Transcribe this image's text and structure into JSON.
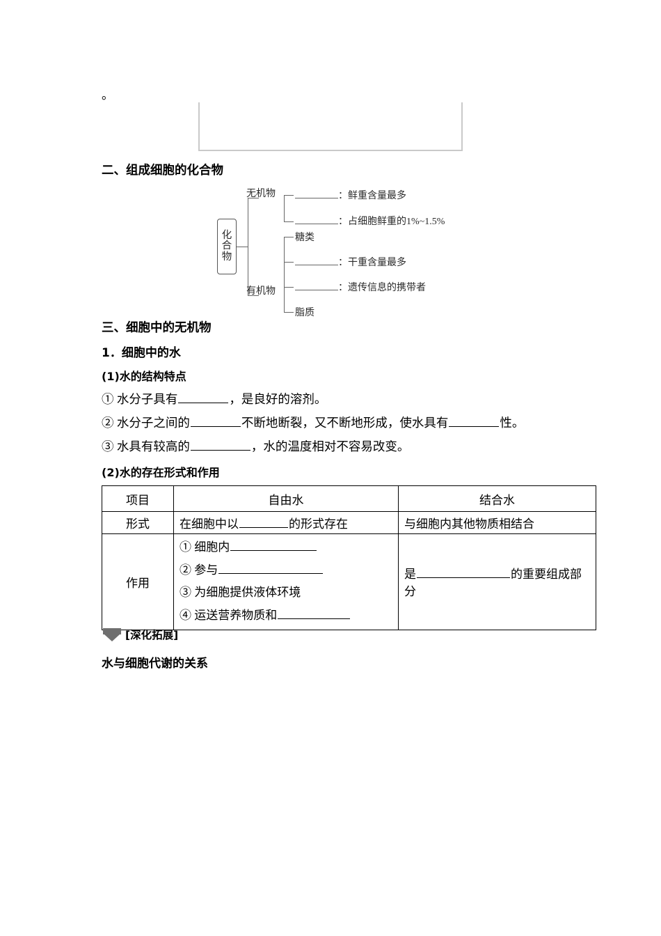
{
  "page": {
    "stray_punctuation": "。"
  },
  "cut_box": {
    "content": ""
  },
  "sections": {
    "two_title": "二、组成细胞的化合物",
    "three_title": "三、细胞中的无机物",
    "item1_title": "1．细胞中的水",
    "sub1_title": "(1)水的结构特点",
    "sub2_title": "(2)水的存在形式和作用"
  },
  "tree": {
    "root": [
      "化",
      "合",
      "物"
    ],
    "branch_inorganic": "无机物",
    "branch_organic": "有机物",
    "leaves": {
      "inorganic_1_blank": "",
      "inorganic_1_text": "：鲜重含量最多",
      "inorganic_2_blank": "",
      "inorganic_2_text": "：占细胞鲜重的1%~1.5%",
      "organic_1": "糖类",
      "organic_2_blank": "",
      "organic_2_text": "：干重含量最多",
      "organic_3_blank": "",
      "organic_3_text": "：遗传信息的携带者",
      "organic_4": "脂质"
    }
  },
  "structure_points": {
    "p1_a": "① 水分子具有",
    "p1_b": "，是良好的溶剂。",
    "p2_a": "② 水分子之间的",
    "p2_b": "不断地断裂，又不断地形成，使水具有",
    "p2_c": "性。",
    "p3_a": "③ 水具有较高的",
    "p3_b": "，水的温度相对不容易改变。"
  },
  "table": {
    "headers": [
      "项目",
      "自由水",
      "结合水"
    ],
    "row_form": {
      "label": "形式",
      "free_a": "在细胞中以",
      "free_b": "的形式存在",
      "bound": "与细胞内其他物质相结合"
    },
    "row_use": {
      "label": "作用",
      "free_items": [
        {
          "prefix": "① 细胞内",
          "suffix": ""
        },
        {
          "prefix": "② 参与",
          "suffix": ""
        },
        {
          "prefix": "③ 为细胞提供液体环境",
          "suffix": ""
        },
        {
          "prefix": "④ 运送营养物质和",
          "suffix": ""
        }
      ],
      "bound_a": "是",
      "bound_b": "的重要组成部分"
    }
  },
  "deepen": {
    "tag": "[深化拓展]",
    "title": "水与细胞代谢的关系"
  },
  "colors": {
    "text": "#000000",
    "tree_line": "#666666",
    "arrow": "#6f6f6f",
    "box_border": "#c9c9c9"
  }
}
